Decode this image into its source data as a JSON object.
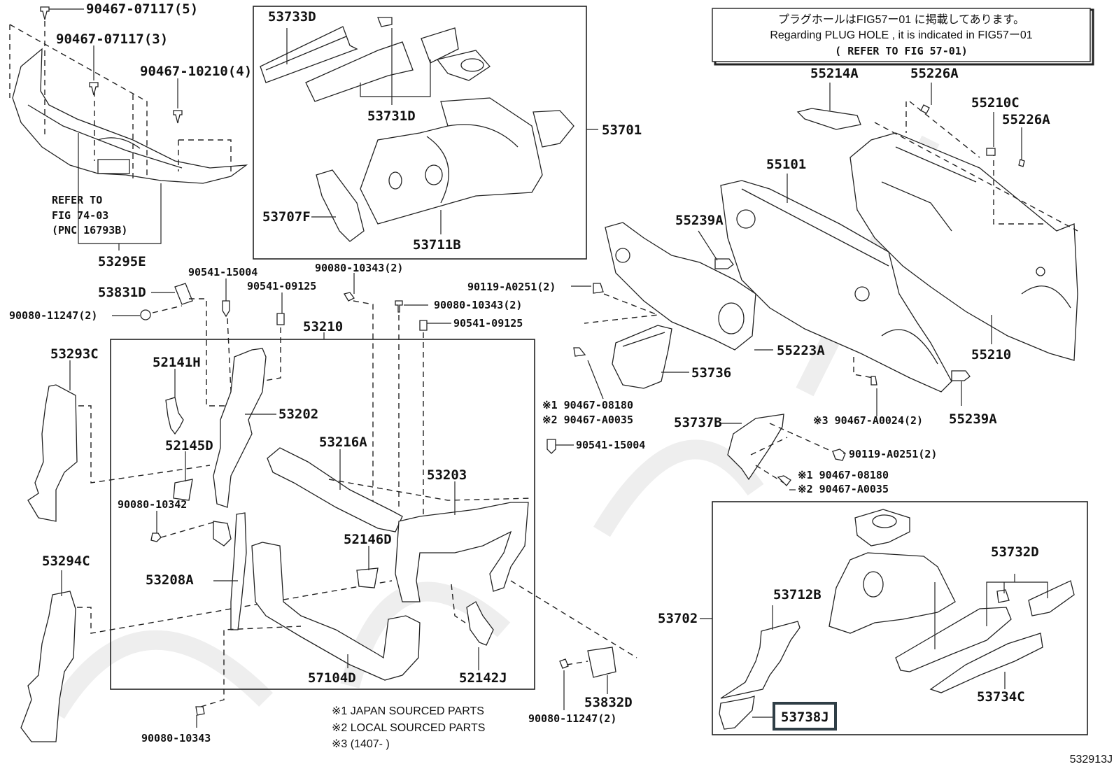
{
  "diagram": {
    "figure_id": "532913J",
    "notice": {
      "japanese": "プラグホールはFIG57ー01 に掲載してあります。",
      "english": "Regarding PLUG HOLE , it is indicated in FIG57ー01",
      "refer": "( REFER TO FIG 57-01)"
    },
    "refer_note": {
      "line1": "REFER TO",
      "line2": "FIG 74-03",
      "line3": "(PNC 16793B)"
    },
    "legend": [
      "※1 JAPAN SOURCED PARTS",
      "※2 LOCAL SOURCED PARTS",
      "※3 (1407-      )"
    ],
    "highlighted_part": "53738J",
    "labels": {
      "p90467_07117_5": "90467-07117(5)",
      "p90467_07117_3": "90467-07117(3)",
      "p90467_10210_4": "90467-10210(4)",
      "p53295E": "53295E",
      "p53733D": "53733D",
      "p53731D": "53731D",
      "p53701": "53701",
      "p53707F": "53707F",
      "p53711B": "53711B",
      "p55214A": "55214A",
      "p55226A_1": "55226A",
      "p55210C": "55210C",
      "p55226A_2": "55226A",
      "p55101": "55101",
      "p55239A_1": "55239A",
      "p55223A": "55223A",
      "p55210": "55210",
      "p53736": "53736",
      "p55239A_2": "55239A",
      "p90119_A0251_1": "90119-A0251(2)",
      "p90467_08180_1": "※1 90467-08180",
      "p90467_A0035_1": "※2 90467-A0035",
      "p90467_A0024": "※3 90467-A0024(2)",
      "p53737B": "53737B",
      "p90119_A0251_2": "90119-A0251(2)",
      "p90467_08180_2": "※1  90467-08180",
      "p90467_A0035_2": "※2  90467-A0035",
      "p53831D": "53831D",
      "p90080_11247_1": "90080-11247(2)",
      "p90541_15004_1": "90541-15004",
      "p90541_09125_1": "90541-09125",
      "p90080_10343_1": "90080-10343(2)",
      "p90080_10343_2": "90080-10343(2)",
      "p90541_09125_2": "90541-09125",
      "p53210": "53210",
      "p53293C": "53293C",
      "p52141H": "52141H",
      "p53202": "53202",
      "p52145D": "52145D",
      "p53216A": "53216A",
      "p90541_15004_2": "90541-15004",
      "p53203": "53203",
      "p90080_10342": "90080-10342",
      "p52146D": "52146D",
      "p53208A": "53208A",
      "p53294C": "53294C",
      "p57104D": "57104D",
      "p52142J": "52142J",
      "p53832D": "53832D",
      "p90080_11247_2": "90080-11247(2)",
      "p90080_10343_3": "90080-10343",
      "p53702": "53702",
      "p53712B": "53712B",
      "p53732D": "53732D",
      "p53734C": "53734C",
      "p53738J": "53738J"
    }
  }
}
